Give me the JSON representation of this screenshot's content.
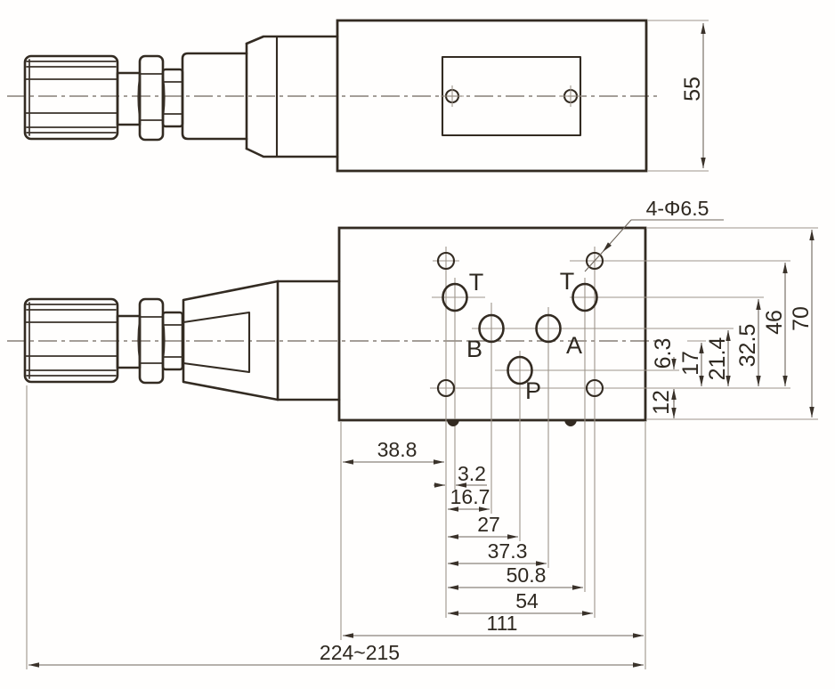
{
  "drawing": {
    "description": "Hydraulic modular valve two-view dimensional drawing",
    "colors": {
      "outline": "#332b22",
      "thin_line": "#9d948a",
      "dimension_line": "#6d645a",
      "text": "#2e2820",
      "background": "#fffefd"
    },
    "top_view": {
      "dims": {
        "height": "55"
      }
    },
    "bottom_view": {
      "port_labels": {
        "t_left": "T",
        "t_right": "T",
        "b": "B",
        "a": "A",
        "p": "P"
      },
      "hole_note": "4-Φ6.5",
      "vertical_dims": {
        "v12": "12",
        "v6_3": "6.3",
        "v17": "17",
        "v21_4": "21.4",
        "v32_5": "32.5",
        "v46": "46",
        "v70": "70"
      },
      "horizontal_dims": {
        "h38_8": "38.8",
        "h3_2": "3.2",
        "h16_7": "16.7",
        "h27": "27",
        "h37_3": "37.3",
        "h50_8": "50.8",
        "h54": "54",
        "h111": "111",
        "h224": "224~215"
      }
    }
  }
}
